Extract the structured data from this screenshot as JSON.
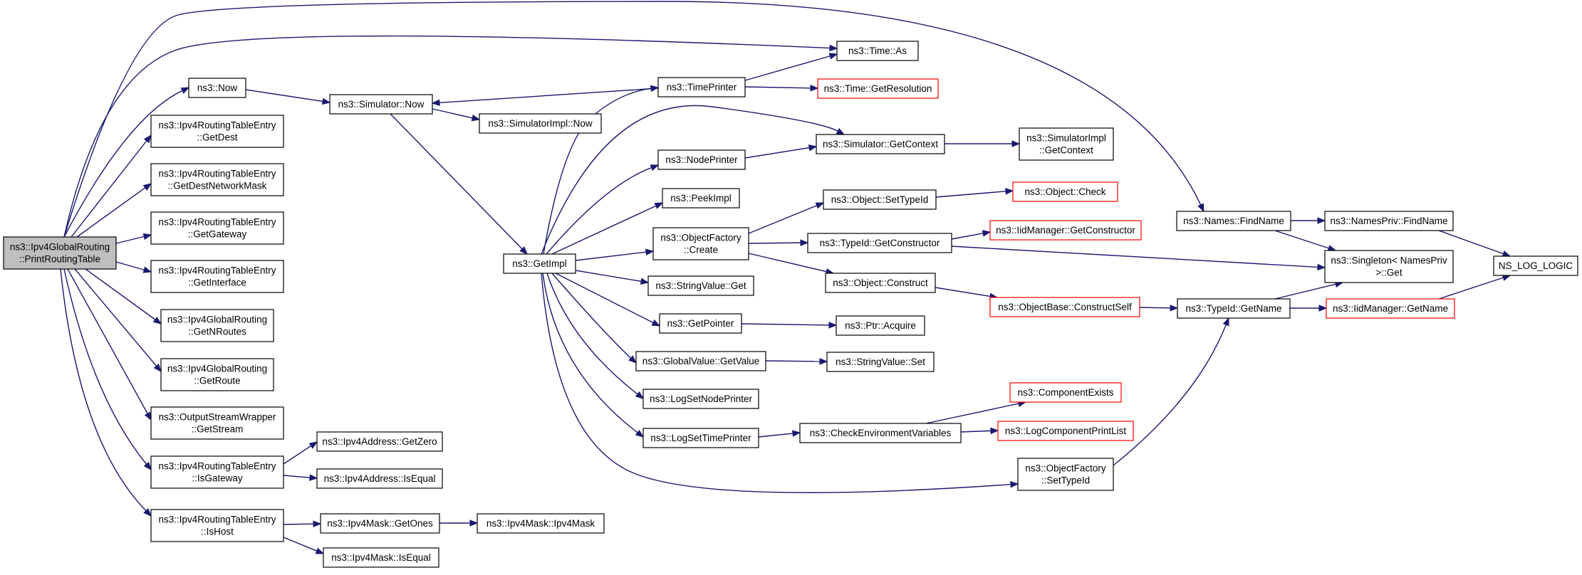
{
  "colors": {
    "edge": "#191970",
    "node_border": "#000000",
    "external_border": "#ff0000",
    "root_fill": "#bfbfbf"
  },
  "nodes": {
    "print_routing_table": [
      "ns3::Ipv4GlobalRouting",
      "::PrintRoutingTable"
    ],
    "now": [
      "ns3::Now"
    ],
    "get_dest": [
      "ns3::Ipv4RoutingTableEntry",
      "::GetDest"
    ],
    "get_dest_network_mask": [
      "ns3::Ipv4RoutingTableEntry",
      "::GetDestNetworkMask"
    ],
    "get_gateway": [
      "ns3::Ipv4RoutingTableEntry",
      "::GetGateway"
    ],
    "get_interface": [
      "ns3::Ipv4RoutingTableEntry",
      "::GetInterface"
    ],
    "get_n_routes": [
      "ns3::Ipv4GlobalRouting",
      "::GetNRoutes"
    ],
    "get_route": [
      "ns3::Ipv4GlobalRouting",
      "::GetRoute"
    ],
    "get_stream": [
      "ns3::OutputStreamWrapper",
      "::GetStream"
    ],
    "is_gateway": [
      "ns3::Ipv4RoutingTableEntry",
      "::IsGateway"
    ],
    "is_host": [
      "ns3::Ipv4RoutingTableEntry",
      "::IsHost"
    ],
    "simulator_now": [
      "ns3::Simulator::Now"
    ],
    "simulator_impl_now": [
      "ns3::SimulatorImpl::Now"
    ],
    "get_impl": [
      "ns3::GetImpl"
    ],
    "time_printer": [
      "ns3::TimePrinter"
    ],
    "time_as": [
      "ns3::Time::As"
    ],
    "time_get_resolution": [
      "ns3::Time::GetResolution"
    ],
    "node_printer": [
      "ns3::NodePrinter"
    ],
    "peek_impl": [
      "ns3::PeekImpl"
    ],
    "object_factory_create": [
      "ns3::ObjectFactory",
      "::Create"
    ],
    "string_value_get": [
      "ns3::StringValue::Get"
    ],
    "get_pointer": [
      "ns3::GetPointer"
    ],
    "global_value_get_value": [
      "ns3::GlobalValue::GetValue"
    ],
    "log_set_node_printer": [
      "ns3::LogSetNodePrinter"
    ],
    "log_set_time_printer": [
      "ns3::LogSetTimePrinter"
    ],
    "ipv4_address_get_zero": [
      "ns3::Ipv4Address::GetZero"
    ],
    "ipv4_address_is_equal": [
      "ns3::Ipv4Address::IsEqual"
    ],
    "ipv4_mask_get_ones": [
      "ns3::Ipv4Mask::GetOnes"
    ],
    "ipv4_mask_is_equal": [
      "ns3::Ipv4Mask::IsEqual"
    ],
    "ipv4_mask_ipv4_mask": [
      "ns3::Ipv4Mask::Ipv4Mask"
    ],
    "simulator_get_context": [
      "ns3::Simulator::GetContext"
    ],
    "simulator_impl_get_context": [
      "ns3::SimulatorImpl",
      "::GetContext"
    ],
    "object_set_type_id": [
      "ns3::Object::SetTypeId"
    ],
    "object_check": [
      "ns3::Object::Check"
    ],
    "type_id_get_constructor": [
      "ns3::TypeId::GetConstructor"
    ],
    "iid_manager_get_constructor": [
      "ns3::IidManager::GetConstructor"
    ],
    "object_construct": [
      "ns3::Object::Construct"
    ],
    "object_base_construct_self": [
      "ns3::ObjectBase::ConstructSelf"
    ],
    "ptr_acquire": [
      "ns3::Ptr::Acquire"
    ],
    "string_value_set": [
      "ns3::StringValue::Set"
    ],
    "check_environment_variables": [
      "ns3::CheckEnvironmentVariables"
    ],
    "component_exists": [
      "ns3::ComponentExists"
    ],
    "log_component_print_list": [
      "ns3::LogComponentPrintList"
    ],
    "object_factory_set_type_id": [
      "ns3::ObjectFactory",
      "::SetTypeId"
    ],
    "names_find_name": [
      "ns3::Names::FindName"
    ],
    "names_priv_find_name": [
      "ns3::NamesPriv::FindName"
    ],
    "singleton_get": [
      "ns3::Singleton< NamesPriv",
      " >::Get"
    ],
    "type_id_get_name": [
      "ns3::TypeId::GetName"
    ],
    "iid_manager_get_name": [
      "ns3::IidManager::GetName"
    ],
    "ns_log_logic": [
      "NS_LOG_LOGIC"
    ]
  }
}
